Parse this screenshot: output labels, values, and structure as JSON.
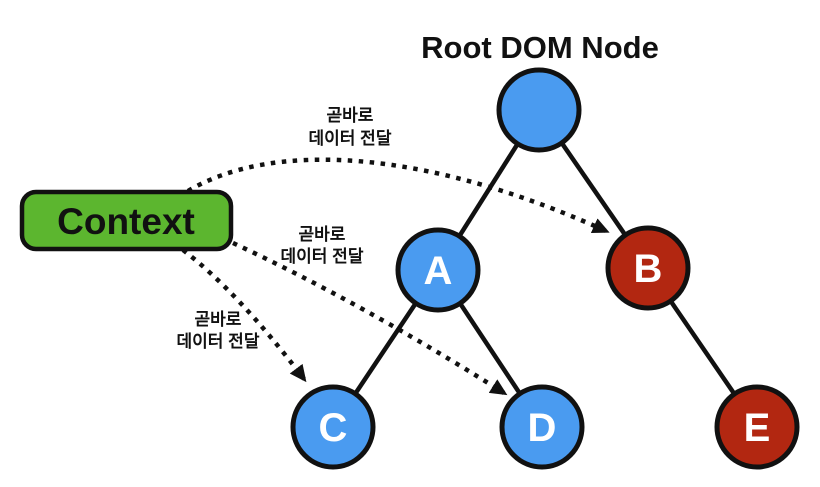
{
  "diagram": {
    "title": "Root DOM Node",
    "background": "#ffffff",
    "colors": {
      "node_blue": "#4a9bf0",
      "node_red": "#b22711",
      "context_green": "#5cb62f",
      "line_black": "#111111",
      "node_text_white": "#ffffff"
    },
    "context_box": {
      "label": "Context",
      "fill": "#5cb62f"
    },
    "nodes": [
      {
        "id": "root",
        "label": "",
        "fill": "#4a9bf0"
      },
      {
        "id": "A",
        "label": "A",
        "fill": "#4a9bf0"
      },
      {
        "id": "B",
        "label": "B",
        "fill": "#b22711"
      },
      {
        "id": "C",
        "label": "C",
        "fill": "#4a9bf0"
      },
      {
        "id": "D",
        "label": "D",
        "fill": "#4a9bf0"
      },
      {
        "id": "E",
        "label": "E",
        "fill": "#b22711"
      }
    ],
    "tree_edges": [
      {
        "from": "root",
        "to": "A"
      },
      {
        "from": "root",
        "to": "B"
      },
      {
        "from": "A",
        "to": "C"
      },
      {
        "from": "A",
        "to": "D"
      },
      {
        "from": "B",
        "to": "E"
      }
    ],
    "context_arrows": [
      {
        "target": "B",
        "label_line1": "곧바로",
        "label_line2": "데이터 전달"
      },
      {
        "target": "D",
        "label_line1": "곧바로",
        "label_line2": "데이터 전달"
      },
      {
        "target": "C",
        "label_line1": "곧바로",
        "label_line2": "데이터 전달"
      }
    ]
  }
}
